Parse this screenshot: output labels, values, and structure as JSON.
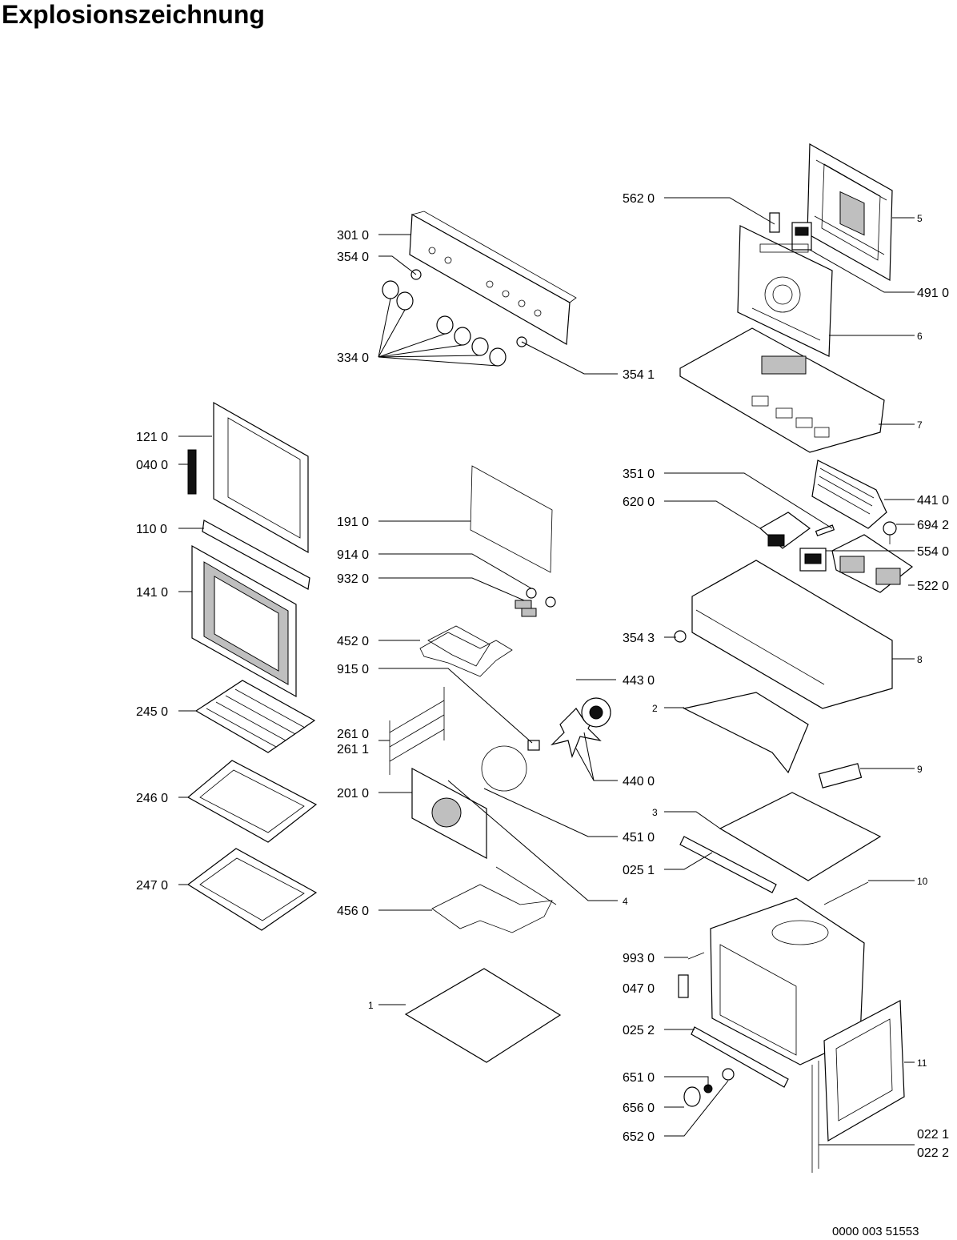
{
  "header": {
    "title": "Explosionszeichnung"
  },
  "footer": {
    "code": "0000 003 51553"
  },
  "labels": {
    "l5620": "562 0",
    "l5": "5",
    "l3010": "301 0",
    "l3540": "354 0",
    "l4910": "491 0",
    "l6": "6",
    "l3340": "334 0",
    "l3541": "354 1",
    "l7": "7",
    "l1210": "121 0",
    "l0400": "040 0",
    "l3510": "351 0",
    "l4410": "441 0",
    "l6200": "620 0",
    "l6942": "694 2",
    "l1100": "110 0",
    "l1910": "191 0",
    "l5540": "554 0",
    "l1410": "141 0",
    "l9140": "914 0",
    "l9320": "932 0",
    "l5220": "522 0",
    "l4520": "452 0",
    "l3543": "354 3",
    "l8": "8",
    "l9150": "915 0",
    "l4430": "443 0",
    "l2450": "245 0",
    "l2": "2",
    "l2610": "261 0",
    "l2611": "261 1",
    "l4400": "440 0",
    "l2460": "246 0",
    "l2010": "201 0",
    "l9": "9",
    "l3": "3",
    "l4510": "451 0",
    "l0251": "025 1",
    "l2470": "247 0",
    "l4": "4",
    "l10": "10",
    "l4560": "456 0",
    "l9930": "993 0",
    "l0470": "047 0",
    "l1": "1",
    "l0252": "025 2",
    "l11": "11",
    "l6510": "651 0",
    "l6560": "656 0",
    "l6520": "652 0",
    "l0221": "022 1",
    "l0222": "022 2"
  }
}
